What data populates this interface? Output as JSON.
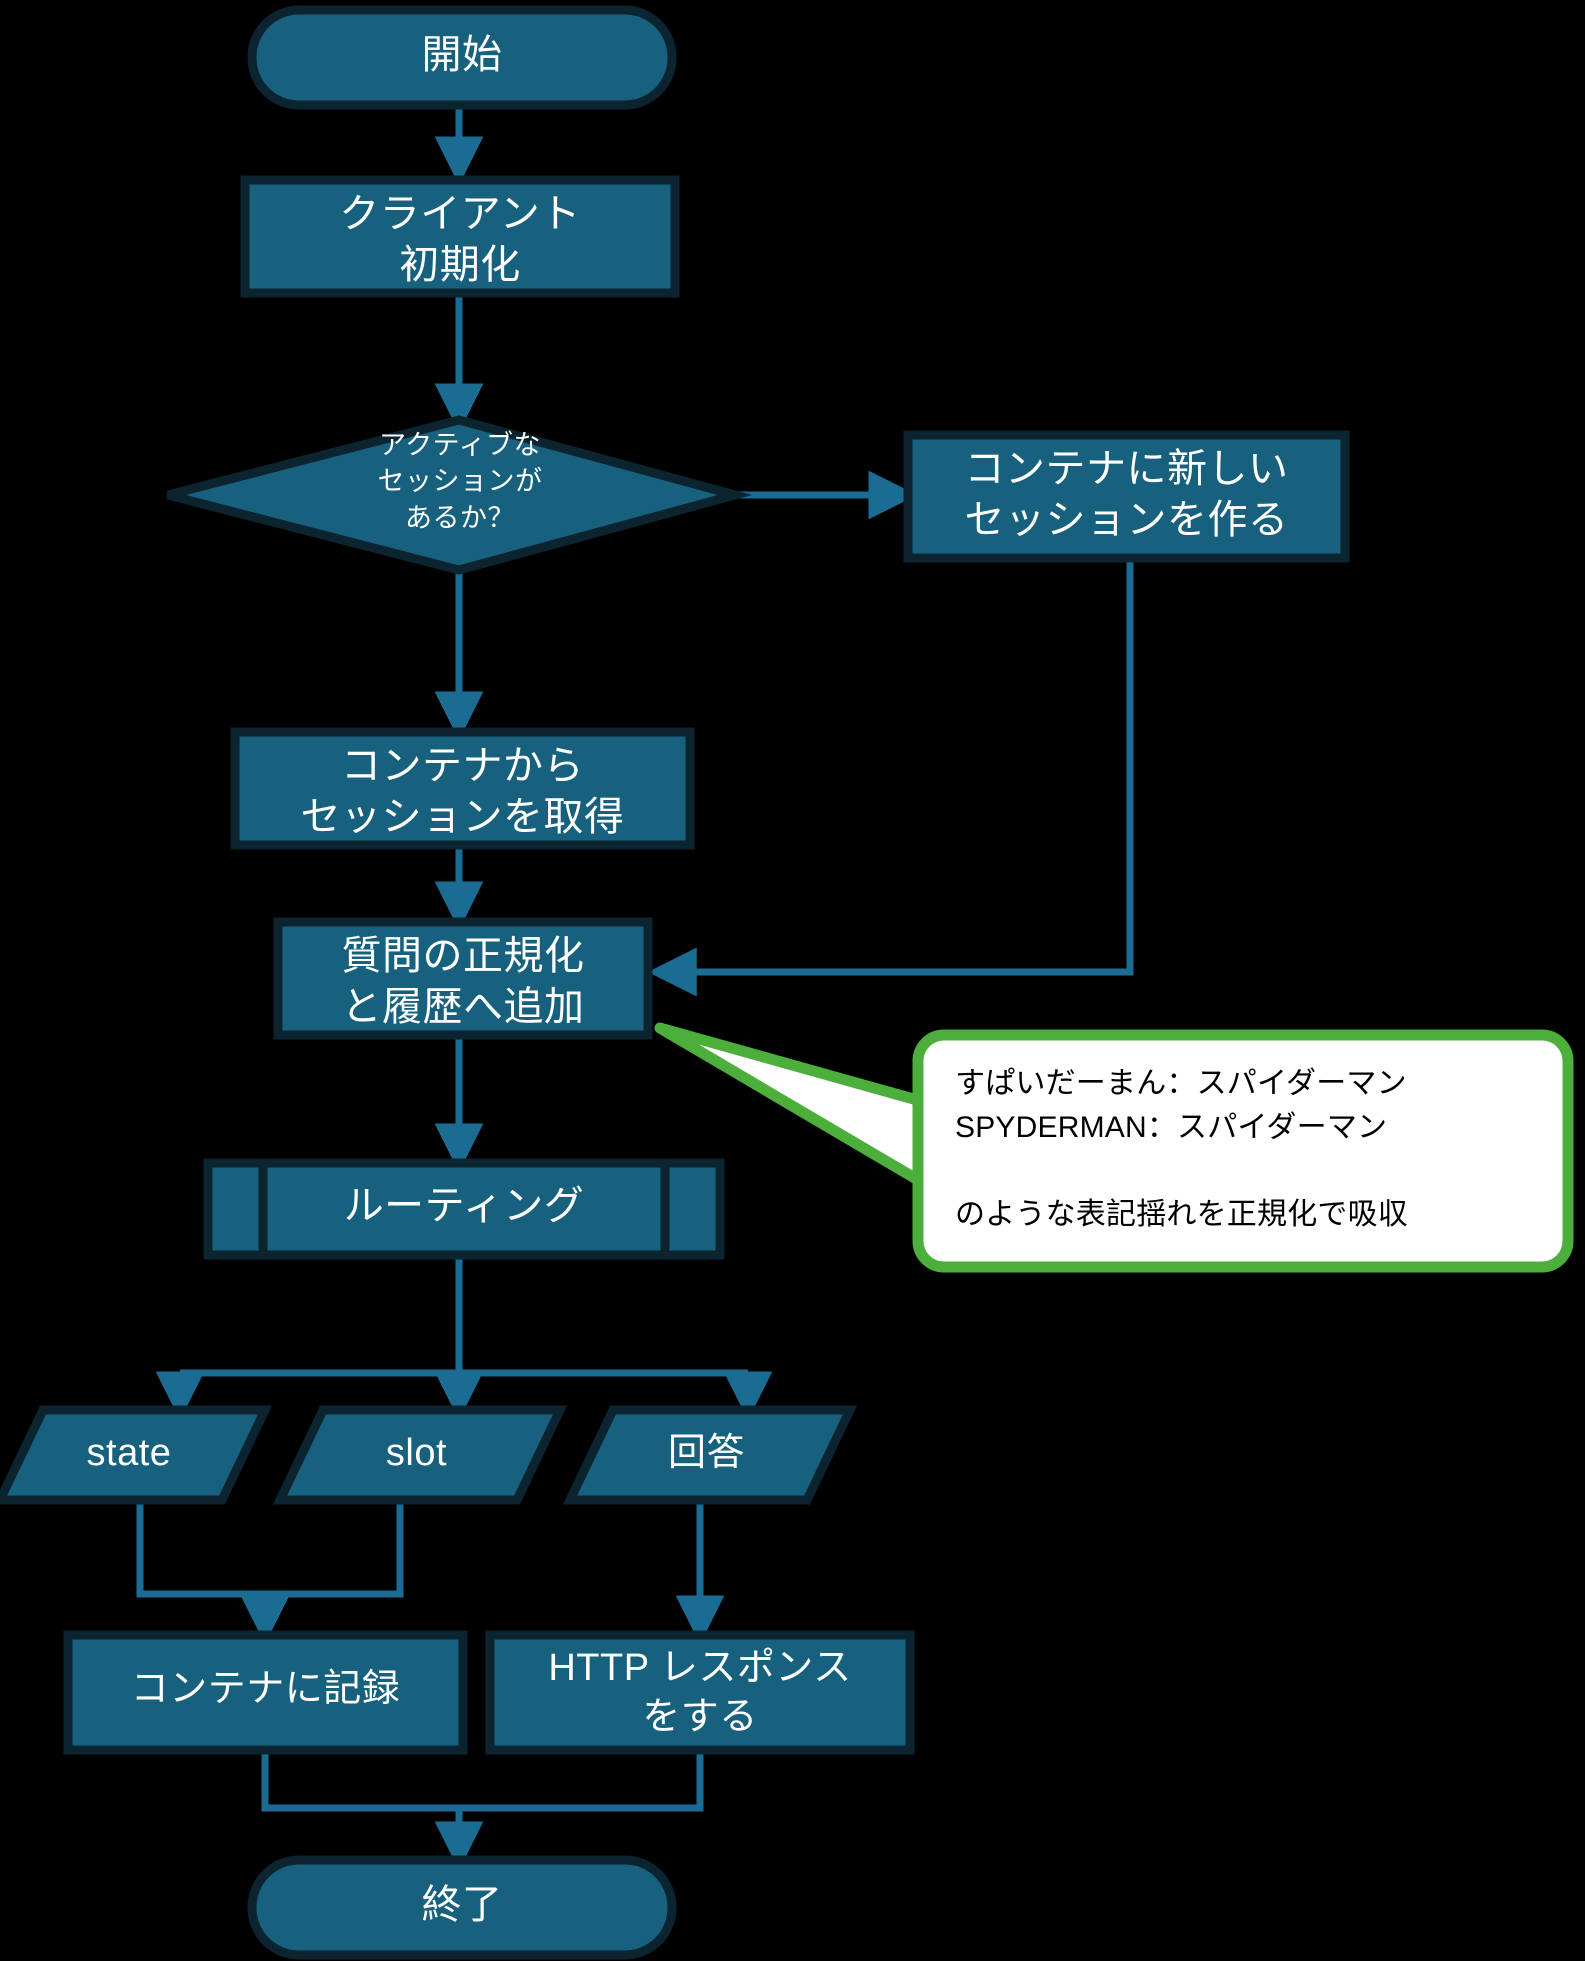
{
  "diagram": {
    "title": "",
    "background_color": "#000000",
    "node_fill": "#17617F",
    "node_stroke": "#0B2430",
    "connector_color": "#1A6C93",
    "text_color": "#FFFFFF",
    "callout_border_color": "#4CAF3C",
    "callout_fill": "#FFFFFF",
    "callout_text_color": "#000000",
    "nodes": [
      {
        "id": "start",
        "type": "terminal",
        "label": "開始"
      },
      {
        "id": "client_init",
        "type": "process",
        "label": "クライアント\n初期化"
      },
      {
        "id": "has_session",
        "type": "decision",
        "label": "アクティブな\nセッションが\nあるか？"
      },
      {
        "id": "new_session",
        "type": "process",
        "label": "コンテナに新しい\nセッションを作る"
      },
      {
        "id": "get_session",
        "type": "process",
        "label": "コンテナから\nセッションを取得"
      },
      {
        "id": "normalize",
        "type": "process",
        "label": "質問の正規化\nと履歴へ追加"
      },
      {
        "id": "routing",
        "type": "predefined-process",
        "label": "ルーティング"
      },
      {
        "id": "state",
        "type": "io",
        "label": "state"
      },
      {
        "id": "slot",
        "type": "io",
        "label": "slot"
      },
      {
        "id": "answer",
        "type": "io",
        "label": "回答"
      },
      {
        "id": "record",
        "type": "process",
        "label": "コンテナに記録"
      },
      {
        "id": "http_resp",
        "type": "process",
        "label": "HTTP レスポンス\nをする"
      },
      {
        "id": "end",
        "type": "terminal",
        "label": "終了"
      }
    ],
    "edges": [
      {
        "from": "start",
        "to": "client_init",
        "label": ""
      },
      {
        "from": "client_init",
        "to": "has_session",
        "label": ""
      },
      {
        "from": "has_session",
        "to": "new_session",
        "label": ""
      },
      {
        "from": "has_session",
        "to": "get_session",
        "label": ""
      },
      {
        "from": "new_session",
        "to": "normalize",
        "label": ""
      },
      {
        "from": "get_session",
        "to": "normalize",
        "label": ""
      },
      {
        "from": "normalize",
        "to": "routing",
        "label": ""
      },
      {
        "from": "routing",
        "to": "state",
        "label": ""
      },
      {
        "from": "routing",
        "to": "slot",
        "label": ""
      },
      {
        "from": "routing",
        "to": "answer",
        "label": ""
      },
      {
        "from": "state",
        "to": "record",
        "label": ""
      },
      {
        "from": "slot",
        "to": "record",
        "label": ""
      },
      {
        "from": "answer",
        "to": "http_resp",
        "label": ""
      },
      {
        "from": "record",
        "to": "end",
        "label": ""
      },
      {
        "from": "http_resp",
        "to": "end",
        "label": ""
      }
    ],
    "callout": {
      "target_node": "normalize",
      "lines": [
        "すぱいだーまん：スパイダーマン",
        "SPYDERMAN：スパイダーマン",
        "",
        "のような表記揺れを正規化で吸収"
      ],
      "text": "すぱいだーまん：スパイダーマン\nSPYDERMAN：スパイダーマン\n\nのような表記揺れを正規化で吸収"
    }
  }
}
